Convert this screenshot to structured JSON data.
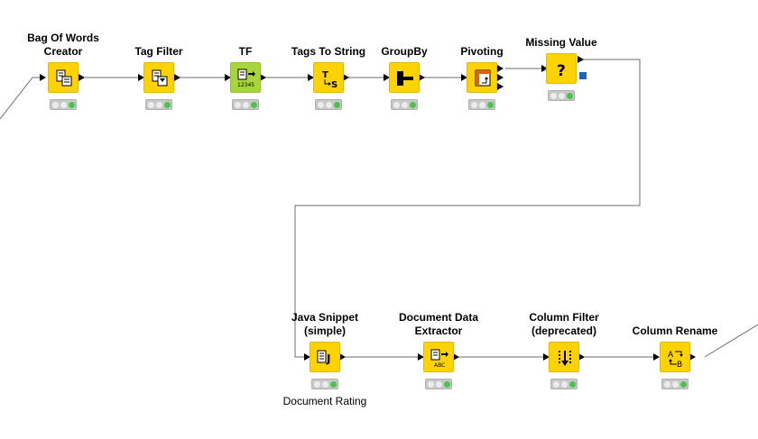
{
  "nodes": [
    {
      "id": "bag-of-words",
      "title": "Bag Of Words Creator",
      "title_lines": [
        "Bag Of Words",
        "Creator"
      ],
      "icon": "document-bag-icon",
      "status": "executed"
    },
    {
      "id": "tag-filter",
      "title": "Tag Filter",
      "title_lines": [
        "Tag Filter"
      ],
      "icon": "document-filter-icon",
      "status": "executed"
    },
    {
      "id": "tf",
      "title": "TF",
      "title_lines": [
        "TF"
      ],
      "icon": "document-frequency-icon",
      "status": "executed"
    },
    {
      "id": "tags-to-string",
      "title": "Tags To String",
      "title_lines": [
        "Tags To String"
      ],
      "icon": "tag-to-string-icon",
      "status": "executed"
    },
    {
      "id": "groupby",
      "title": "GroupBy",
      "title_lines": [
        "GroupBy"
      ],
      "icon": "groupby-icon",
      "status": "executed"
    },
    {
      "id": "pivoting",
      "title": "Pivoting",
      "title_lines": [
        "Pivoting"
      ],
      "icon": "pivot-icon",
      "status": "executed"
    },
    {
      "id": "missing-value",
      "title": "Missing Value",
      "title_lines": [
        "Missing Value"
      ],
      "icon": "question-mark-icon",
      "status": "executed"
    },
    {
      "id": "java-snippet",
      "title": "Java Snippet (simple)",
      "title_lines": [
        "Java Snippet",
        "(simple)"
      ],
      "icon": "java-icon",
      "status": "executed",
      "annotation": "Document Rating"
    },
    {
      "id": "document-data-extractor",
      "title": "Document Data Extractor",
      "title_lines": [
        "Document Data",
        "Extractor"
      ],
      "icon": "document-extract-icon",
      "status": "executed"
    },
    {
      "id": "column-filter",
      "title": "Column Filter (deprecated)",
      "title_lines": [
        "Column Filter",
        "(deprecated)"
      ],
      "icon": "column-filter-icon",
      "status": "executed"
    },
    {
      "id": "column-rename",
      "title": "Column Rename",
      "title_lines": [
        "Column Rename"
      ],
      "icon": "column-rename-icon",
      "status": "executed"
    }
  ],
  "icon_glyphs": {
    "tf_digits": "12345",
    "tags_to_string_letters": [
      "T",
      "S"
    ],
    "missing_value_symbol": "?",
    "java_letter": "J",
    "extractor_letters": "ABC",
    "rename_letters": [
      "A",
      "B"
    ]
  },
  "colors": {
    "node_yellow": "#ffd200",
    "node_green": "#a8d63a",
    "status_green": "#4cc24c",
    "flow_variable_blue": "#1b66b8",
    "connection": "#6e6e6e"
  }
}
